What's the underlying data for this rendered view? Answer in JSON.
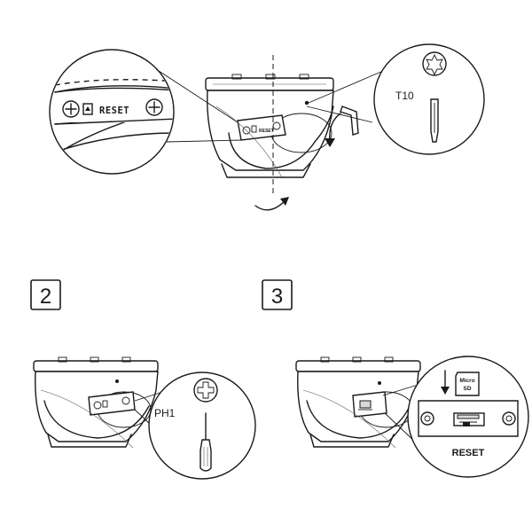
{
  "step1": {
    "magnifier": {
      "reset_label": "RESET"
    },
    "camera": {
      "reset_label": "RESET"
    },
    "tool": {
      "label": "T10",
      "head_icon": "torx-icon"
    },
    "rotation_icon": "curved-arrow-icon"
  },
  "step2": {
    "number": "2",
    "tool": {
      "label": "PH1",
      "head_icon": "phillips-icon"
    }
  },
  "step3": {
    "number": "3",
    "card_label": "Micro SD",
    "card_label_line1": "Micro",
    "card_label_line2": "SD",
    "detail": {
      "reset_label": "RESET"
    },
    "insert_arrow_icon": "down-arrow-icon"
  }
}
